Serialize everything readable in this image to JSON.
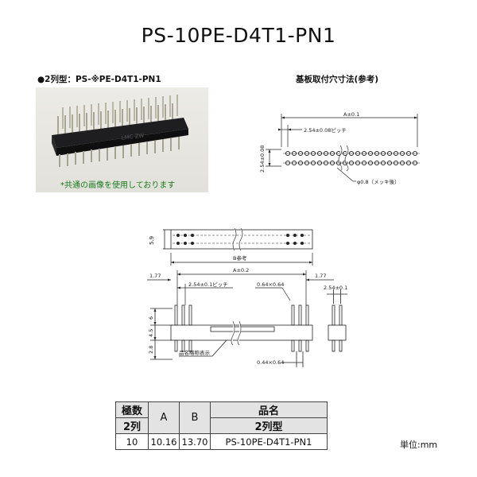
{
  "title": "PS-10PE-D4T1-PN1",
  "photo_section": {
    "label": "●2列型：PS-※PE-D4T1-PN1",
    "caption": "*共通の画像を使用しております"
  },
  "pcb_section": {
    "label": "基板取付穴寸法(参考)",
    "dim_a": "A±0.1",
    "dim_pitch": "2.54±0.08ピッチ",
    "dim_row": "2.54±0.08",
    "dim_hole": "φ0.8（メッキ後）"
  },
  "drawing": {
    "dim_b": "B参考",
    "dim_a": "A±0.2",
    "dim_offset_left": "1.77",
    "dim_offset_right": "1.77",
    "dim_pitch": "2.54±0.1ピッチ",
    "dim_post": "0.64×0.64",
    "dim_post_bottom": "0.44×0.64",
    "dim_side_pitch": "2.54±0.1",
    "dim_width": "5.9",
    "dim_h1": "6",
    "dim_h2": "4.5",
    "dim_h3": "2.8",
    "marking_label": "品名略称表示"
  },
  "table": {
    "h_poles": "極数",
    "h_a": "A",
    "h_b": "B",
    "h_name": "品名",
    "h_rows": "2列",
    "h_type": "2列型",
    "rows": [
      {
        "poles": "10",
        "a": "10.16",
        "b": "13.70",
        "name": "PS-10PE-D4T1-PN1"
      }
    ]
  },
  "unit": "単位:mm"
}
